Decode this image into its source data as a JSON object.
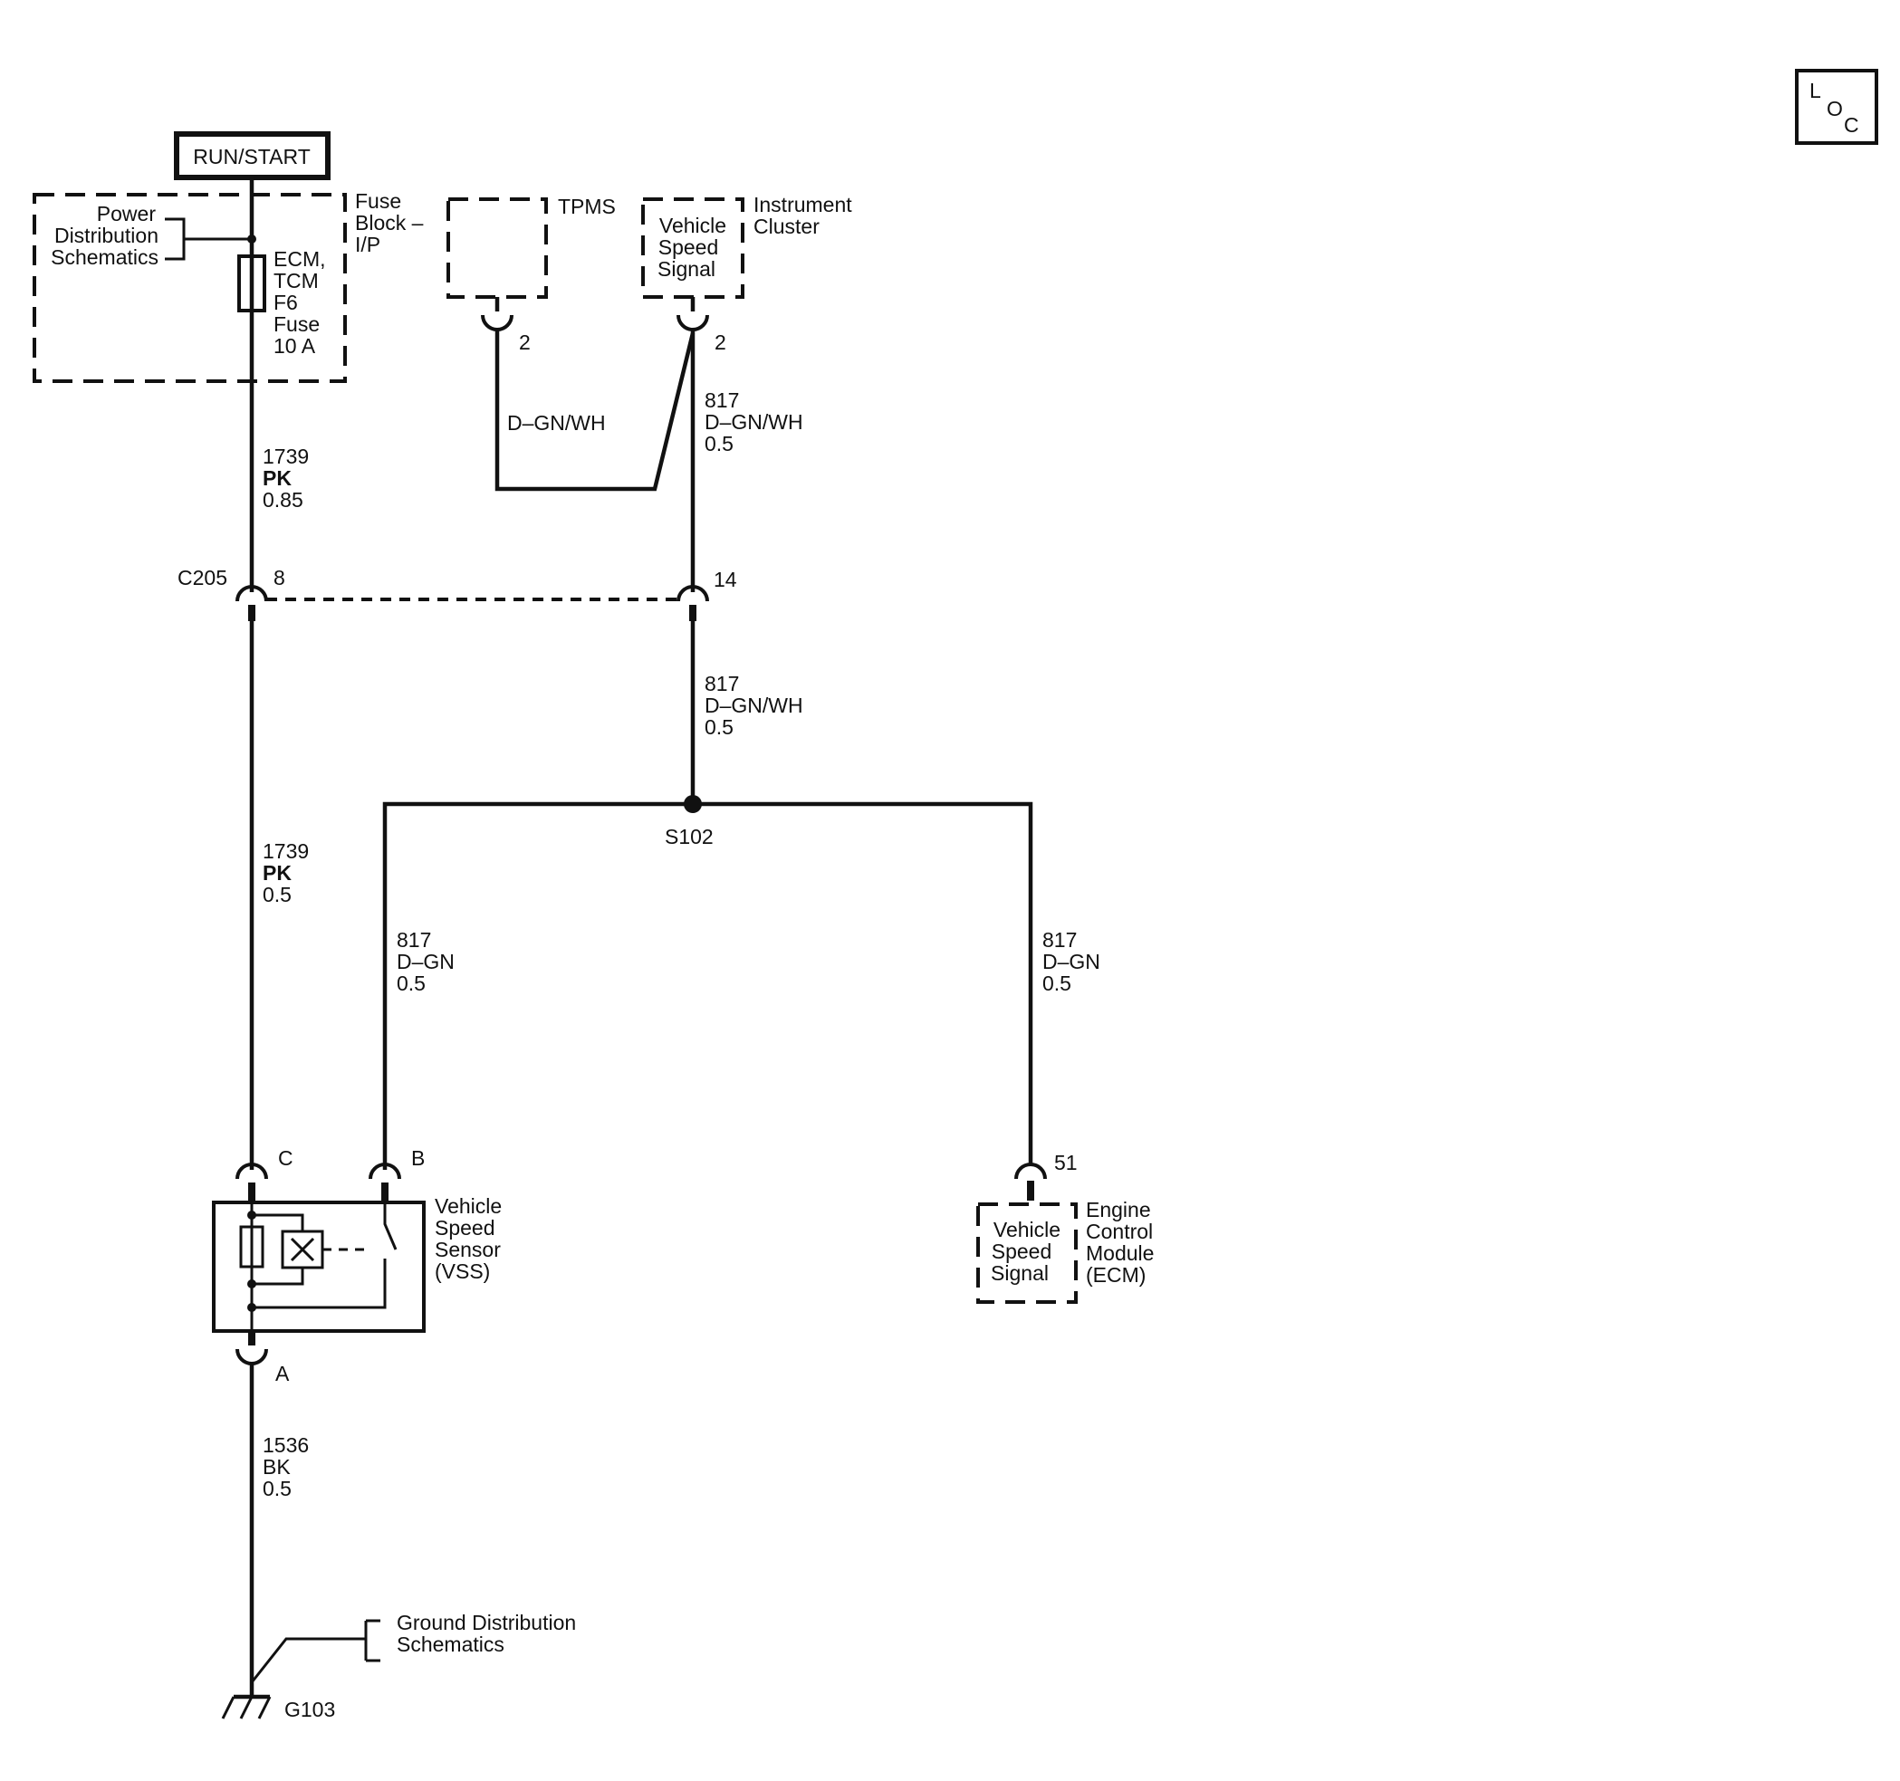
{
  "loc_badge": {
    "l": "L",
    "o": "O",
    "c": "C"
  },
  "power_source": "RUN/START",
  "fuse_block": {
    "power_distribution": [
      "Power",
      "Distribution",
      "Schematics"
    ],
    "fuse_label": [
      "ECM,",
      "TCM",
      "F6",
      "Fuse",
      "10 A"
    ],
    "block_label": [
      "Fuse",
      "Block –",
      "I/P"
    ]
  },
  "tpms": {
    "label": "TPMS",
    "pin": "2"
  },
  "instrument_cluster": {
    "inner": [
      "Vehicle",
      "Speed",
      "Signal"
    ],
    "label": [
      "Instrument",
      "Cluster"
    ],
    "pin": "2"
  },
  "wires": {
    "w1739_top": {
      "circuit": "1739",
      "color": "PK",
      "size": "0.85"
    },
    "tpms_wire": {
      "color": "D–GN/WH"
    },
    "w817_top": {
      "circuit": "817",
      "color": "D–GN/WH",
      "size": "0.5"
    },
    "w817_mid": {
      "circuit": "817",
      "color": "D–GN/WH",
      "size": "0.5"
    },
    "w1739_mid": {
      "circuit": "1739",
      "color": "PK",
      "size": "0.5"
    },
    "w817_left": {
      "circuit": "817",
      "color": "D–GN",
      "size": "0.5"
    },
    "w817_right": {
      "circuit": "817",
      "color": "D–GN",
      "size": "0.5"
    },
    "w1536": {
      "circuit": "1536",
      "color": "BK",
      "size": "0.5"
    }
  },
  "connector_c205": {
    "name": "C205",
    "pin_left": "8",
    "pin_right": "14"
  },
  "splice": "S102",
  "vss": {
    "label": [
      "Vehicle",
      "Speed",
      "Sensor",
      "(VSS)"
    ],
    "pin_c": "C",
    "pin_b": "B",
    "pin_a": "A"
  },
  "ecm": {
    "inner": [
      "Vehicle",
      "Speed",
      "Signal"
    ],
    "label": [
      "Engine",
      "Control",
      "Module",
      "(ECM)"
    ],
    "pin": "51"
  },
  "ground": {
    "label": [
      "Ground Distribution",
      "Schematics"
    ],
    "name": "G103"
  }
}
